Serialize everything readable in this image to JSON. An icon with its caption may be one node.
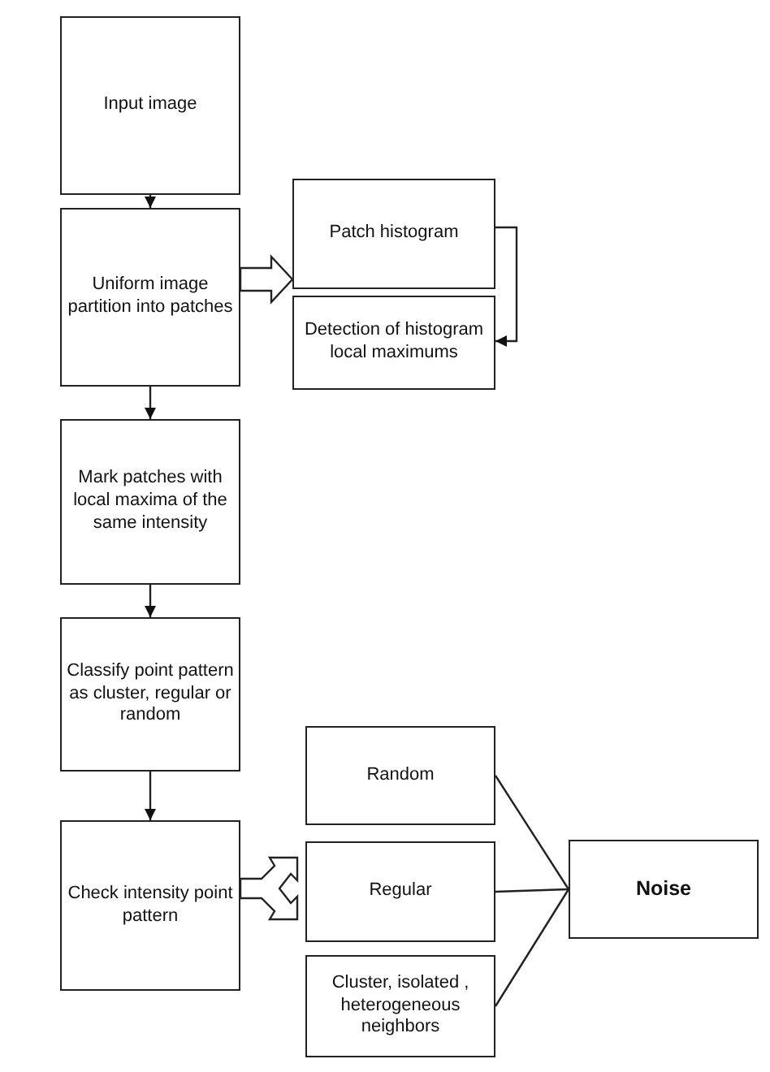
{
  "diagram": {
    "nodes": [
      {
        "text": [
          "Input image"
        ]
      },
      {
        "text": [
          "Uniform image partition into patches"
        ]
      },
      {
        "text": [
          "Patch histogram"
        ]
      },
      {
        "text": [
          "Detection of histogram local maximums"
        ]
      },
      {
        "text": [
          "Mark patches with local maxima of the same intensity"
        ]
      },
      {
        "text": [
          "Classify point pattern as cluster, regular or random"
        ]
      },
      {
        "text": [
          "Check intensity point pattern"
        ]
      },
      {
        "text": [
          "Random"
        ]
      },
      {
        "text": [
          "Regular"
        ]
      },
      {
        "text": [
          "Cluster, isolated , heterogeneous neighbors"
        ]
      },
      {
        "text": [
          "Noise"
        ]
      }
    ],
    "edges": [
      {
        "from": 0,
        "to": 1,
        "arrow": "to"
      },
      {
        "from": 1,
        "to": 2,
        "arrow": "to",
        "style": "thick"
      },
      {
        "from": 2,
        "to": 3,
        "arrow": "to"
      },
      {
        "from": 1,
        "to": 4,
        "arrow": "to"
      },
      {
        "from": 4,
        "to": 5,
        "arrow": "to"
      },
      {
        "from": 5,
        "to": 6,
        "arrow": "to"
      },
      {
        "from": 6,
        "to": 8,
        "arrow": "to",
        "style": "thick"
      },
      {
        "from": 7,
        "to": 10,
        "arrow": "none"
      },
      {
        "from": 8,
        "to": 10,
        "arrow": "none"
      },
      {
        "from": 9,
        "to": 10,
        "arrow": "none"
      }
    ]
  }
}
